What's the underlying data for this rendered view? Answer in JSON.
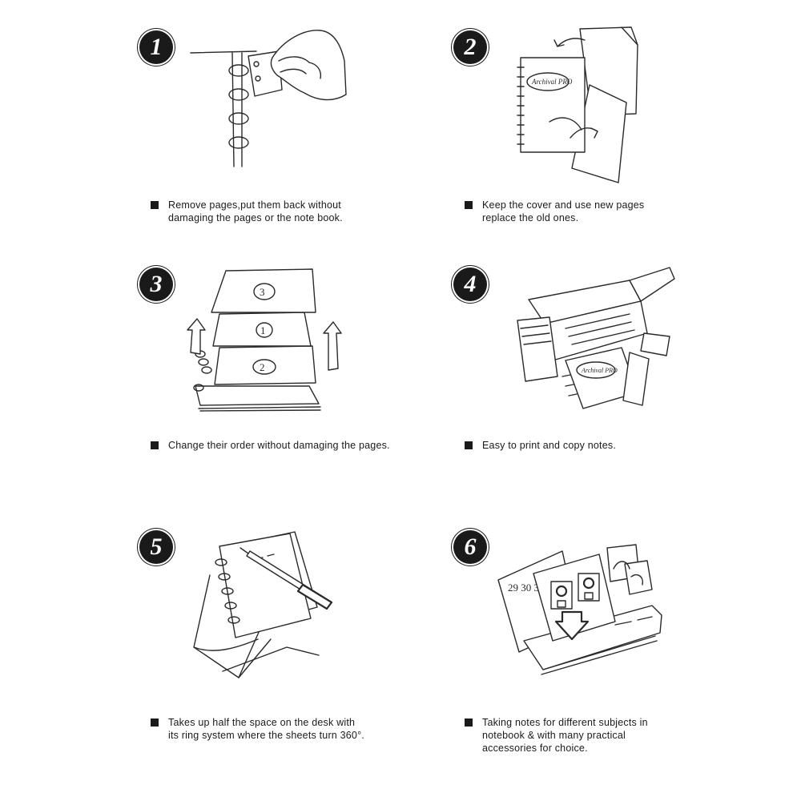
{
  "features": [
    {
      "number": "1",
      "icon": "remove-pages-illustration",
      "caption": "Remove pages,put them back without\ndamaging the pages or the note book."
    },
    {
      "number": "2",
      "icon": "replace-pages-illustration",
      "caption": "Keep the cover and use new pages\nreplace the old ones."
    },
    {
      "number": "3",
      "icon": "reorder-pages-illustration",
      "caption": "Change their order without damaging the pages."
    },
    {
      "number": "4",
      "icon": "print-copy-illustration",
      "caption": "Easy to print and copy notes."
    },
    {
      "number": "5",
      "icon": "space-saving-illustration",
      "caption": "Takes up half the space on the desk with\nits ring system where the sheets turn 360°."
    },
    {
      "number": "6",
      "icon": "subject-dividers-illustration",
      "caption": "Taking notes for different subjects in\nnotebook & with many practical\naccessories for choice."
    }
  ],
  "illustration_text": {
    "cover_brand": "Archival PRO",
    "page_order": [
      "3",
      "1",
      "2"
    ],
    "calendar_numbers": "29 30 31"
  },
  "colors": {
    "badge": "#1a1a1a",
    "line": "#2a2a2a",
    "background": "#ffffff"
  }
}
